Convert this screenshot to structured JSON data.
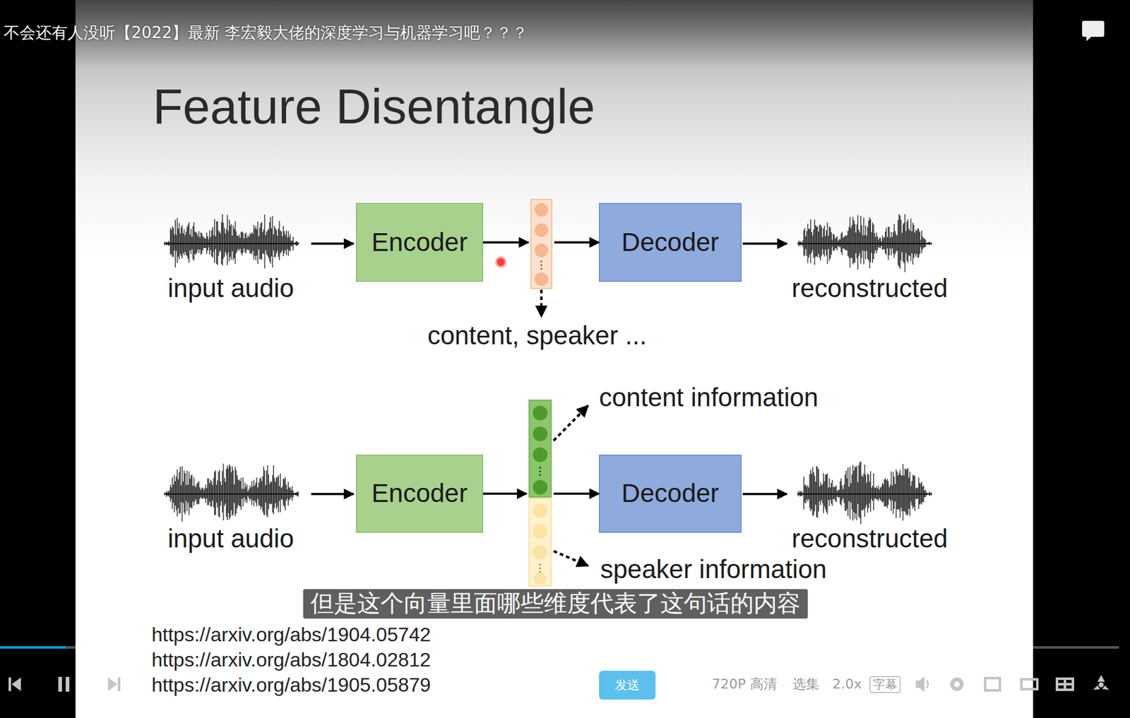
{
  "diagram": {
    "title": "Feature Disentangle",
    "nodes": [
      {
        "text": [
          "Encoder"
        ]
      },
      {
        "text": [
          "Decoder"
        ]
      },
      {
        "text": [
          "Encoder"
        ]
      },
      {
        "text": [
          "Decoder"
        ]
      }
    ],
    "edges": [
      {
        "from": 0,
        "to": 1,
        "arrow": "to"
      },
      {
        "from": 2,
        "to": 3,
        "arrow": "to"
      }
    ],
    "labels": [
      "不会还有人没听【2022】最新 李宏毅大佬的深度学习与机器学习吧？？？",
      "input audio",
      "reconstructed",
      "content, speaker ...",
      "input audio",
      "reconstructed",
      "content information",
      "speaker information",
      "但是这个向量里面哪些维度代表了这句话的内容",
      "https://arxiv.org/abs/1904.05742",
      "https://arxiv.org/abs/1804.02812",
      "https://arxiv.org/abs/1905.05879",
      "发送",
      "720P 高清",
      "选集",
      "2.0x",
      "字幕"
    ]
  }
}
